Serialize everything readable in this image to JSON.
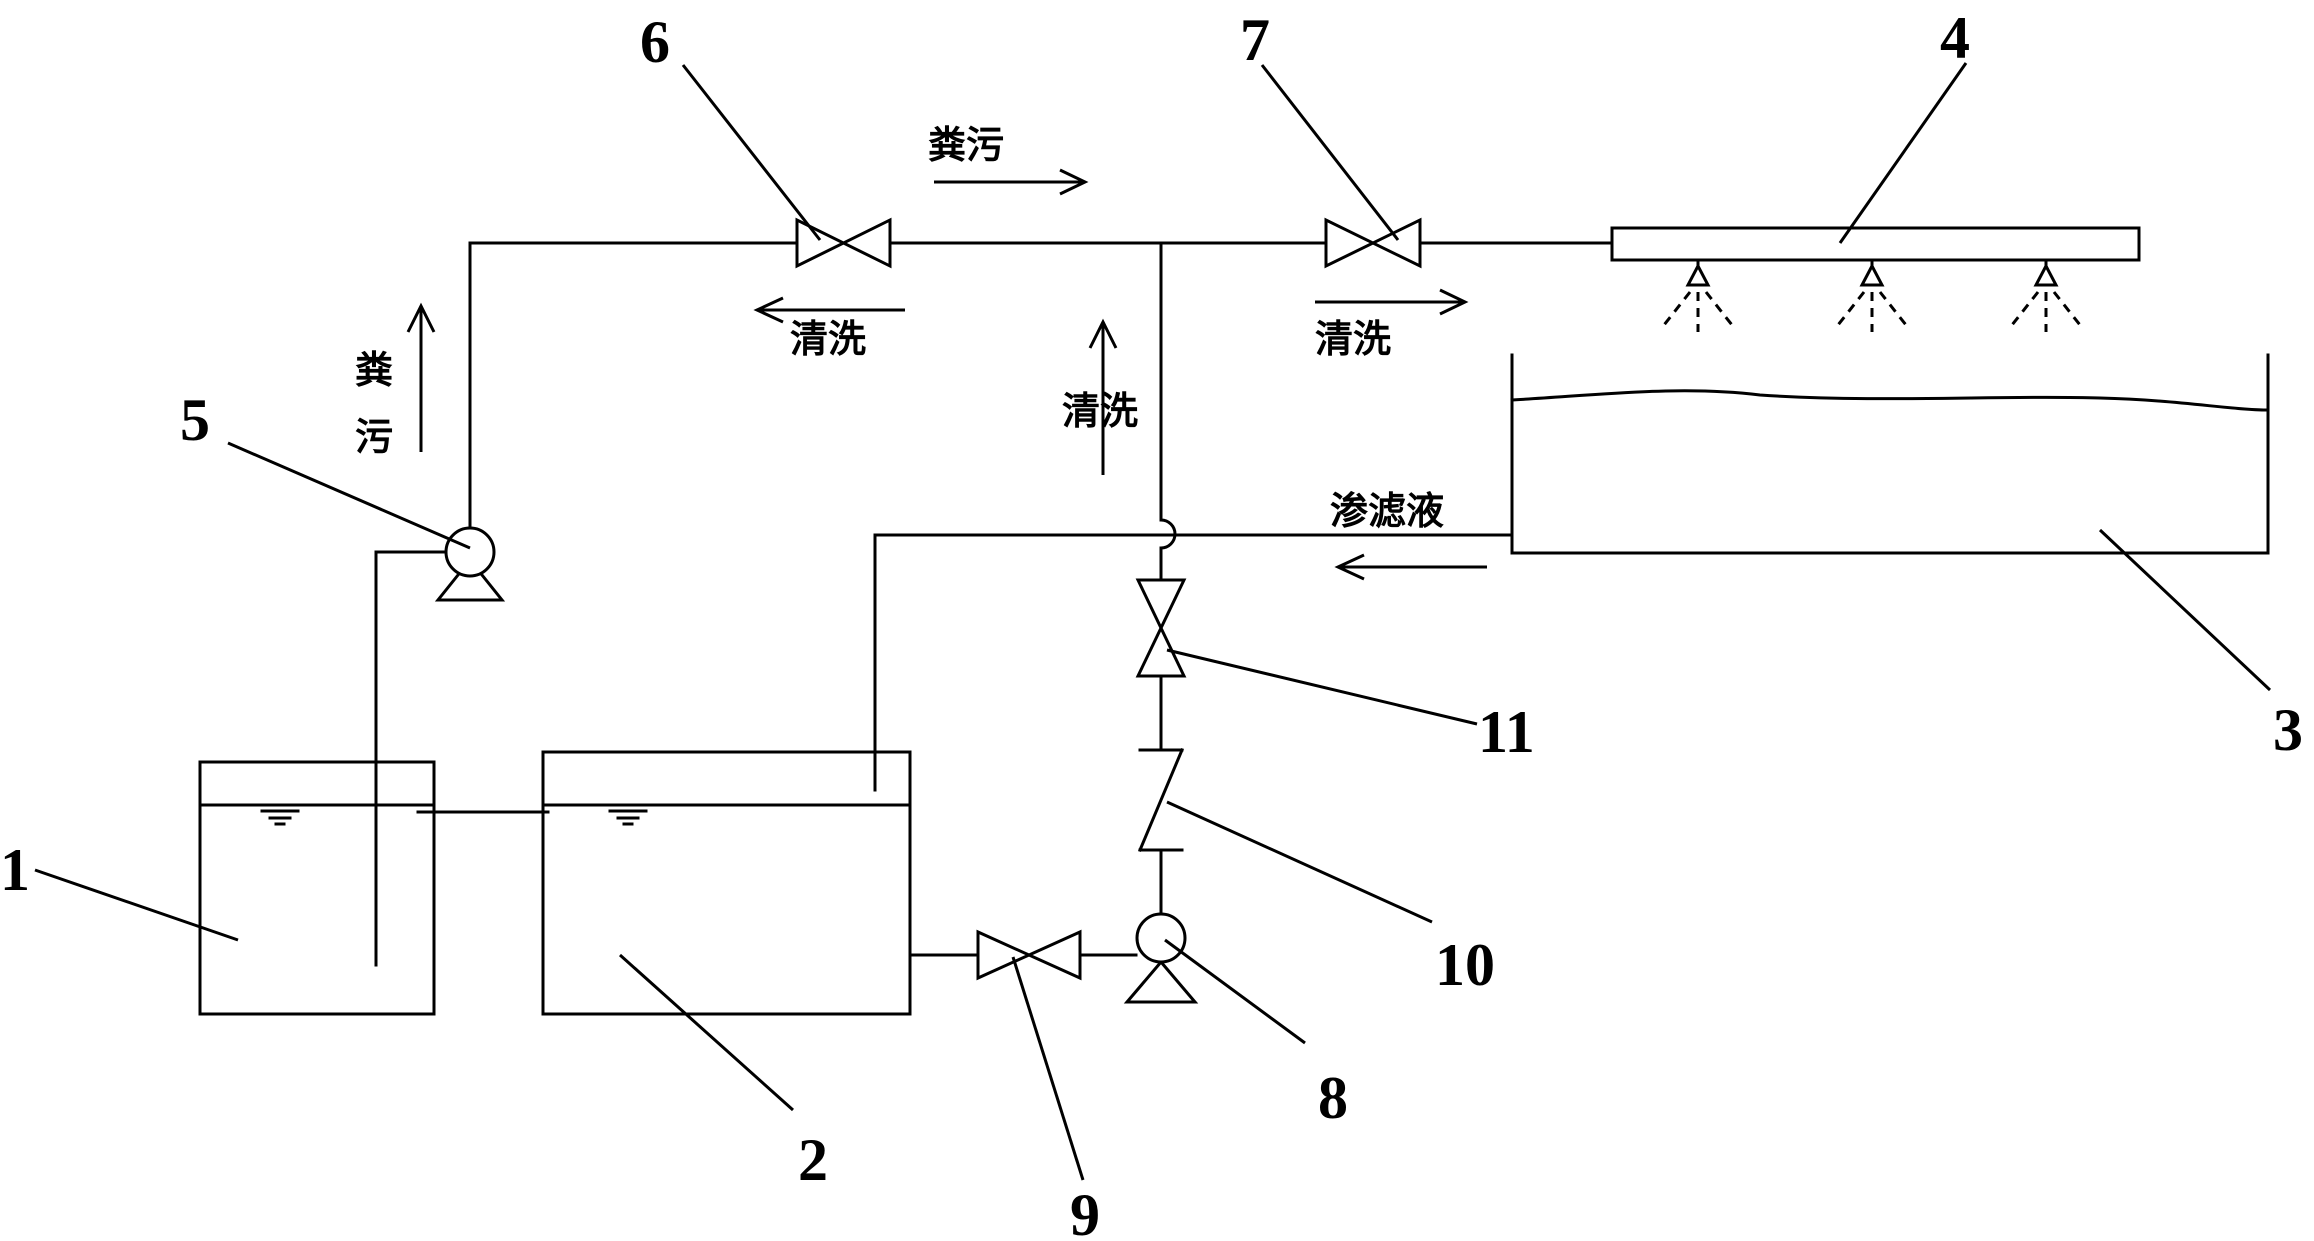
{
  "labels": {
    "n1": "1",
    "n2": "2",
    "n3": "3",
    "n4": "4",
    "n5": "5",
    "n6": "6",
    "n7": "7",
    "n8": "8",
    "n9": "9",
    "n10": "10",
    "n11": "11"
  },
  "flow_labels": {
    "sewage_top": "粪污",
    "sewage_vertical_1": "粪",
    "sewage_vertical_2": "污",
    "wash_left": "清洗",
    "wash_vertical": "清洗",
    "wash_right": "清洗",
    "leachate": "渗滤液"
  },
  "icons": {
    "pump": "pump-symbol",
    "valve": "gate-valve-symbol",
    "check_valve": "check-valve-symbol",
    "nozzle": "spray-nozzle-symbol",
    "water_level": "water-level-symbol"
  }
}
